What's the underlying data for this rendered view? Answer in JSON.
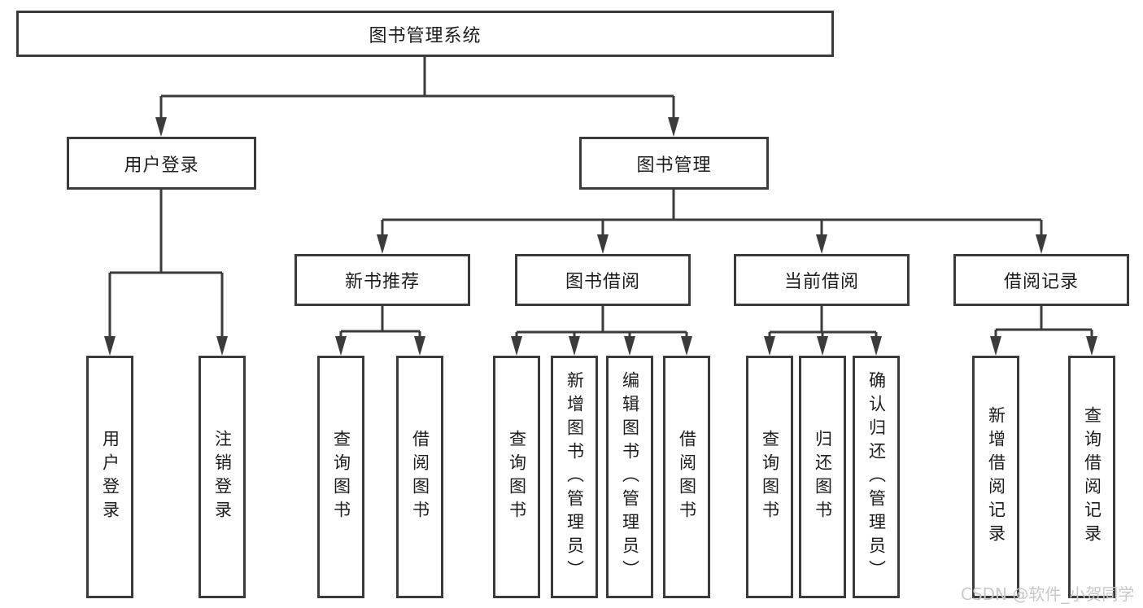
{
  "diagram": {
    "root": {
      "label": "图书管理系统"
    },
    "level2": [
      {
        "label": "用户登录"
      },
      {
        "label": "图书管理"
      }
    ],
    "level3": [
      {
        "label": "新书推荐"
      },
      {
        "label": "图书借阅"
      },
      {
        "label": "当前借阅"
      },
      {
        "label": "借阅记录"
      }
    ],
    "leaves": {
      "login": [
        {
          "label": "用户登录"
        },
        {
          "label": "注销登录"
        }
      ],
      "recommend": [
        {
          "label": "查询图书"
        },
        {
          "label": "借阅图书"
        }
      ],
      "borrow": [
        {
          "label": "查询图书"
        },
        {
          "label": "新增图书（管理员）"
        },
        {
          "label": "编辑图书（管理员）"
        },
        {
          "label": "借阅图书"
        }
      ],
      "current": [
        {
          "label": "查询图书"
        },
        {
          "label": "归还图书"
        },
        {
          "label": "确认归还（管理员）"
        }
      ],
      "records": [
        {
          "label": "新增借阅记录"
        },
        {
          "label": "查询借阅记录"
        }
      ]
    }
  },
  "watermark": {
    "text": "CSDN @软件_小贺同学"
  },
  "colors": {
    "line": "#3b3b3b",
    "text": "#1c1c1c",
    "watermark": "#c8c8c8",
    "background": "#ffffff"
  }
}
